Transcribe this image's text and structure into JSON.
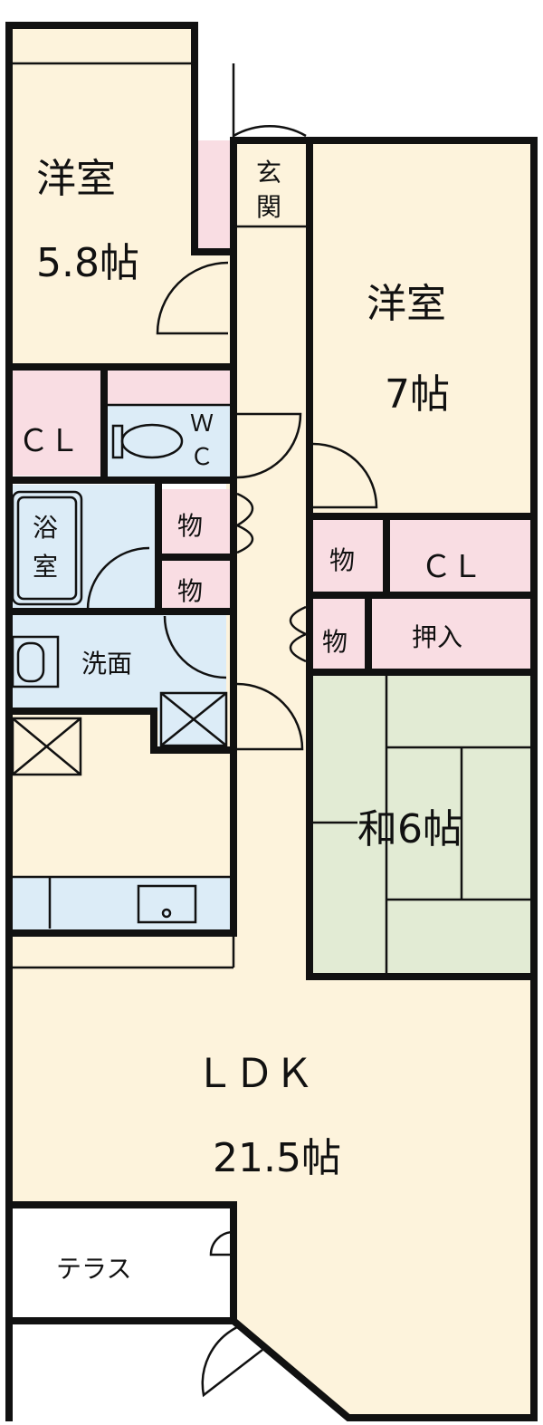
{
  "colors": {
    "room": "#fdf3dc",
    "wet": "#dcecf7",
    "storage": "#f9dde3",
    "tatami": "#e2ebd4",
    "terrace": "#ffffff",
    "wall": "#111111"
  },
  "labels": {
    "western_small_name": "洋室",
    "western_small_size": "5.8帖",
    "western_large_name": "洋室",
    "western_large_size": "7帖",
    "genkan": "玄関",
    "cl_left": "ＣＬ",
    "cl_right": "ＣＬ",
    "wc_w": "Ｗ",
    "wc_c": "Ｃ",
    "bath": "浴室",
    "mono_1": "物",
    "mono_2": "物",
    "mono_3": "物",
    "mono_4": "物",
    "washroom": "洗面",
    "oshiire": "押入",
    "washitsu": "和6帖",
    "ldk_name": "ＬＤＫ",
    "ldk_size": "21.5帖",
    "terrace": "テラス"
  }
}
